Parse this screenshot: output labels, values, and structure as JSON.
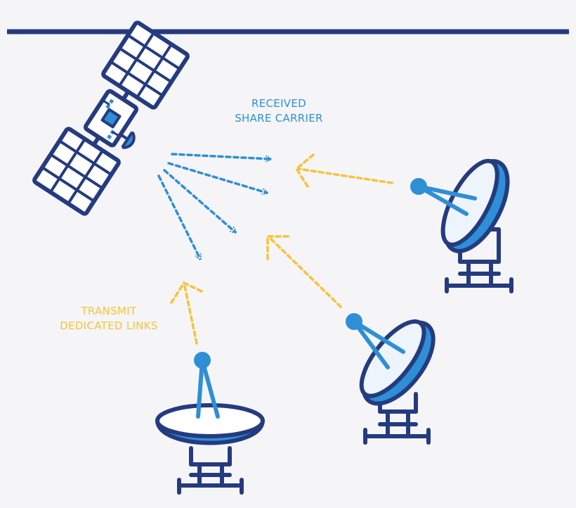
{
  "colors": {
    "navy": "#243b7f",
    "blue": "#2f8fd6",
    "dish_fill": "#2f8fd6",
    "inner": "#eef4fb",
    "yellow": "#f6c33a",
    "background": "#f5f5f7"
  },
  "labels": {
    "received": {
      "line1": "RECEIVED",
      "line2": "SHARE CARRIER"
    },
    "transmit": {
      "line1": "TRANSMIT",
      "line2": "DEDICATED LINKS"
    }
  },
  "icons": {
    "satellite": "satellite-icon",
    "dish_right": "dish-antenna-icon",
    "dish_middle": "dish-antenna-icon",
    "dish_bottom": "dish-antenna-icon"
  }
}
